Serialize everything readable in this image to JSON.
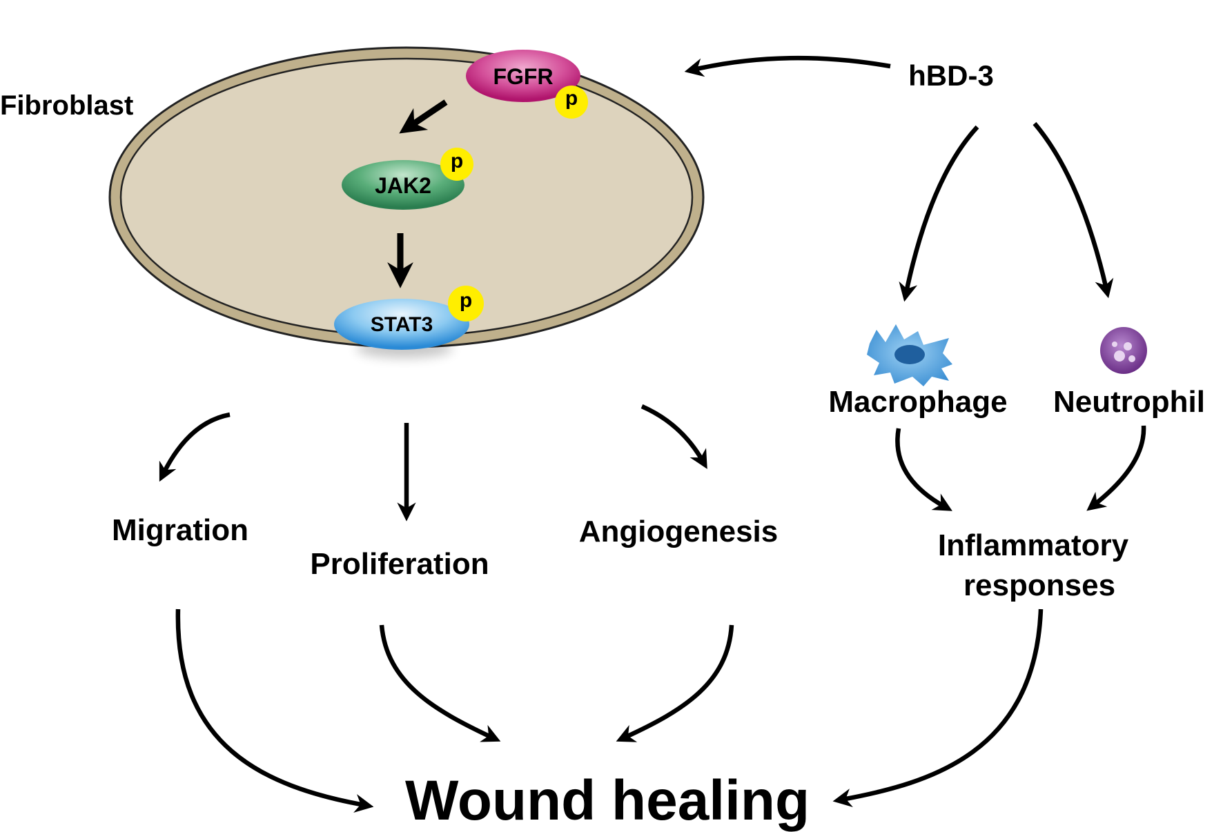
{
  "labels": {
    "cell": "Fibroblast",
    "receptor": "FGFR",
    "kinase": "JAK2",
    "transcription_factor": "STAT3",
    "phospho": "p",
    "peptide": "hBD-3",
    "macrophage": "Macrophage",
    "neutrophil": "Neutrophil",
    "migration": "Migration",
    "proliferation": "Proliferation",
    "angiogenesis": "Angiogenesis",
    "inflammatory_line1": "Inflammatory",
    "inflammatory_line2": "responses",
    "outcome": "Wound healing"
  },
  "colors": {
    "cell_fill": "#ddd3bd",
    "cell_membrane": "#b5a682",
    "fgfr": "#c0267a",
    "jak2": "#2e8e5a",
    "stat3": "#3c98d8",
    "phospho_badge": "#ffee00",
    "macrophage": "#2f7fc6",
    "neutrophil": "#7a3a92",
    "arrow": "#000000"
  }
}
